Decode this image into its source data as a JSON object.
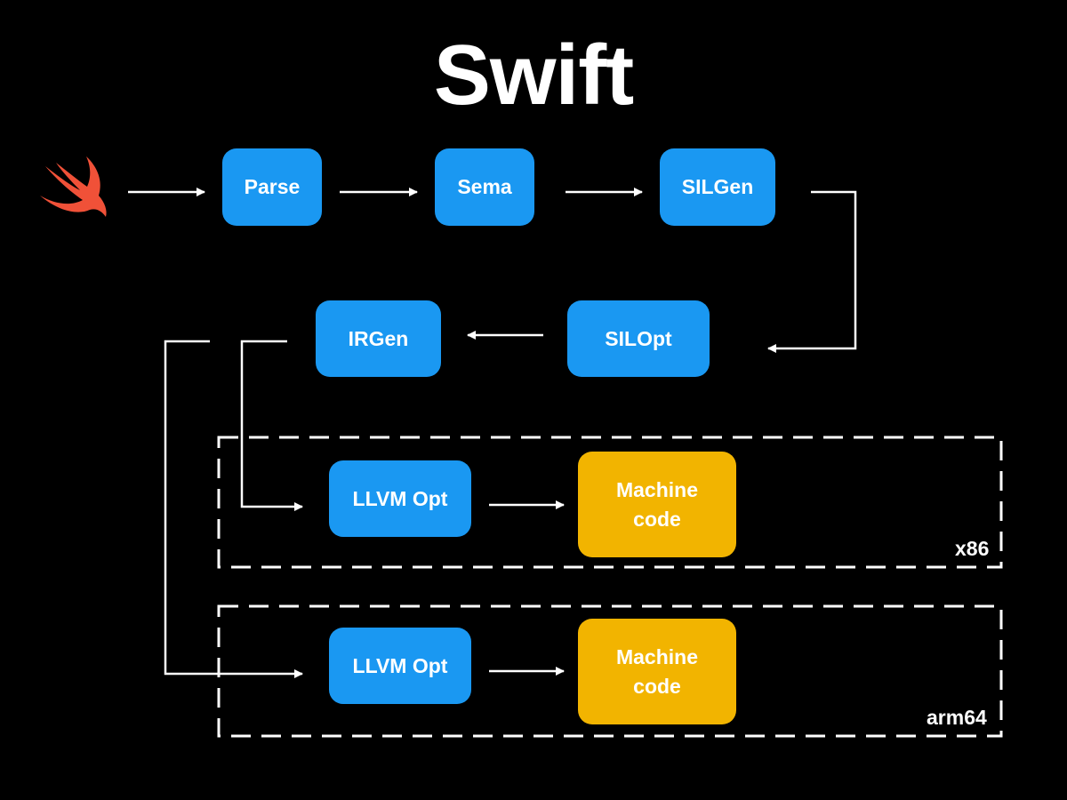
{
  "title": "Swift",
  "logo": {
    "icon": "swift-logo-icon",
    "color": "#f05138"
  },
  "stages": {
    "parse": "Parse",
    "sema": "Sema",
    "silgen": "SILGen",
    "silopt": "SILOpt",
    "irgen": "IRGen"
  },
  "targets": [
    {
      "name": "x86",
      "opt": "LLVM Opt",
      "output": "Machine\ncode"
    },
    {
      "name": "arm64",
      "opt": "LLVM Opt",
      "output": "Machine\ncode"
    }
  ],
  "colors": {
    "stage": "#1a98f2",
    "output": "#f2b400",
    "background": "#000000",
    "line": "#ffffff"
  }
}
